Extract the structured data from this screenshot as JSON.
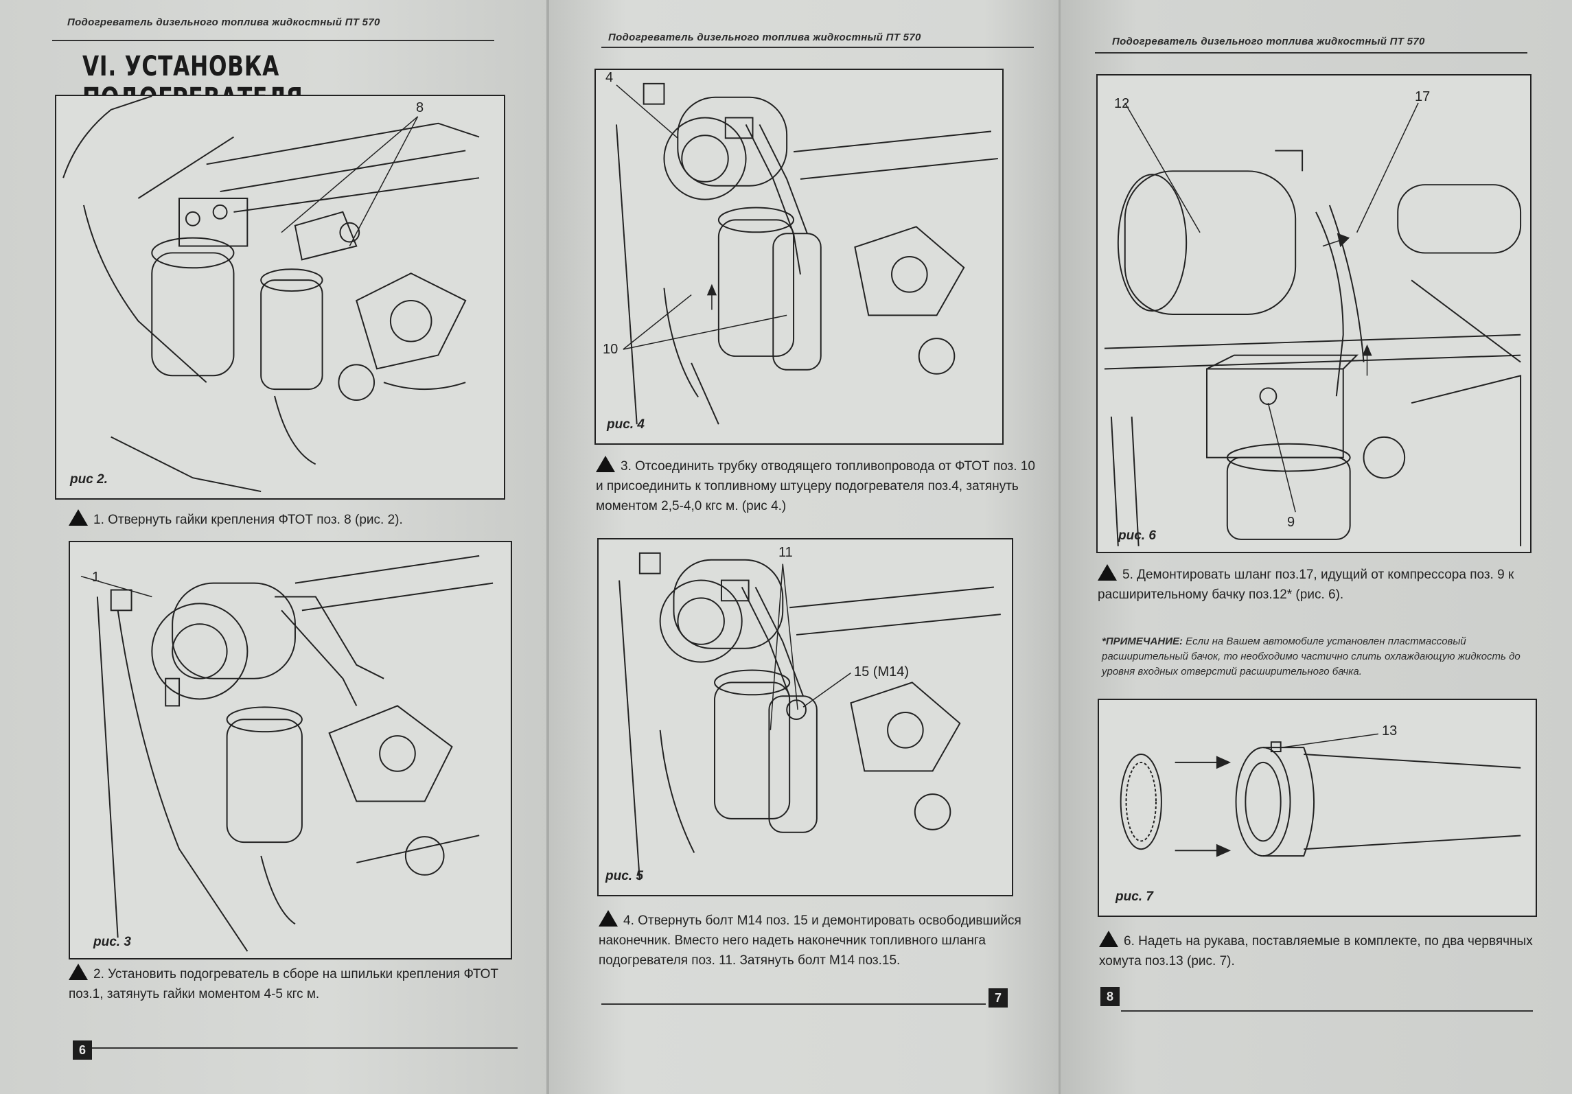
{
  "header": {
    "running_title": "Подогреватель дизельного топлива жидкостный ПТ 570"
  },
  "page6": {
    "section_title": "VI. УСТАНОВКА ПОДОГРЕВАТЕЛЯ",
    "fig2": {
      "label": "рис 2.",
      "callout": "8"
    },
    "step1": "1. Отвернуть гайки крепления ФТОТ поз. 8 (рис. 2).",
    "fig3": {
      "label": "рис. 3",
      "callout": "1"
    },
    "step2": "2. Установить подогреватель в сборе на шпильки крепления ФТОТ поз.1, затянуть гайки моментом 4-5 кгс м.",
    "page_number": "6"
  },
  "page7": {
    "fig4": {
      "label": "рис. 4",
      "callout_a": "4",
      "callout_b": "10"
    },
    "step3": "3. Отсоединить трубку отводящего топливопровода от ФТОТ поз. 10 и присоединить к топливному штуцеру подогревателя поз.4, затянуть моментом 2,5-4,0 кгс м. (рис 4.)",
    "fig5": {
      "label": "рис. 5",
      "callout_a": "11",
      "callout_b": "15 (М14)"
    },
    "step4": "4. Отвернуть болт М14 поз. 15 и демонтировать освободившийся наконечник. Вместо него надеть наконечник топливного шланга подогревателя поз. 11. Затянуть болт М14 поз.15.",
    "page_number": "7"
  },
  "page8": {
    "fig6": {
      "label": "рис. 6",
      "callout_a": "12",
      "callout_b": "17",
      "callout_c": "9"
    },
    "step5": "5. Демонтировать шланг поз.17, идущий от компрессора поз. 9 к расширительному бачку поз.12* (рис. 6).",
    "note_label": "*ПРИМЕЧАНИЕ:",
    "note_text": "Если на Вашем автомобиле установлен пластмассовый расширительный бачок, то необходимо частично слить охлаждающую жидкость до уровня входных отверстий расширительного бачка.",
    "fig7": {
      "label": "рис. 7",
      "callout": "13"
    },
    "step6": "6. Надеть на рукава, поставляемые в комплекте, по два червячных хомута поз.13 (рис. 7).",
    "page_number": "8"
  }
}
